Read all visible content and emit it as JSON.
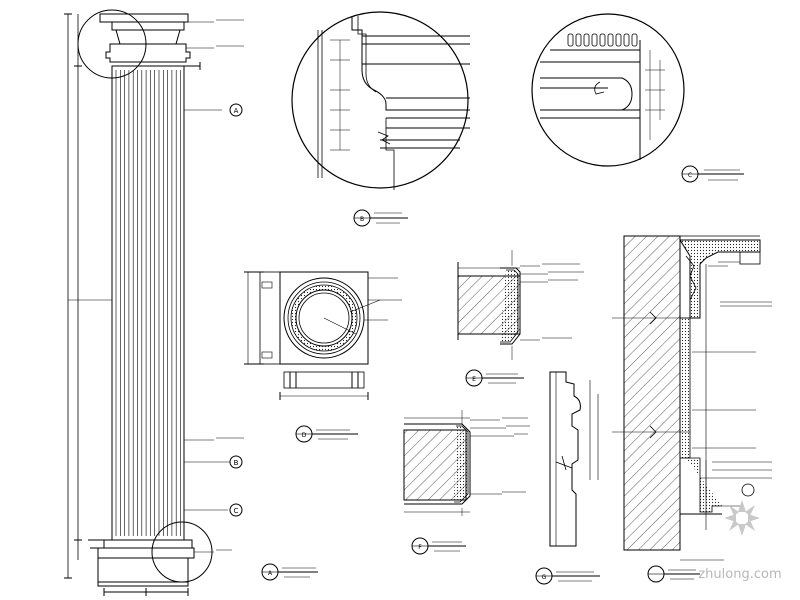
{
  "drawing": {
    "tag_letters": [
      "A",
      "B",
      "C",
      "D",
      "E",
      "F",
      "G"
    ],
    "column_callouts": [
      "A",
      "B",
      "C"
    ],
    "watermark_text": "zhulong.com",
    "line_color": "#000000",
    "hatch_color": "#333333",
    "watermark_color": "#b7b7b7"
  }
}
